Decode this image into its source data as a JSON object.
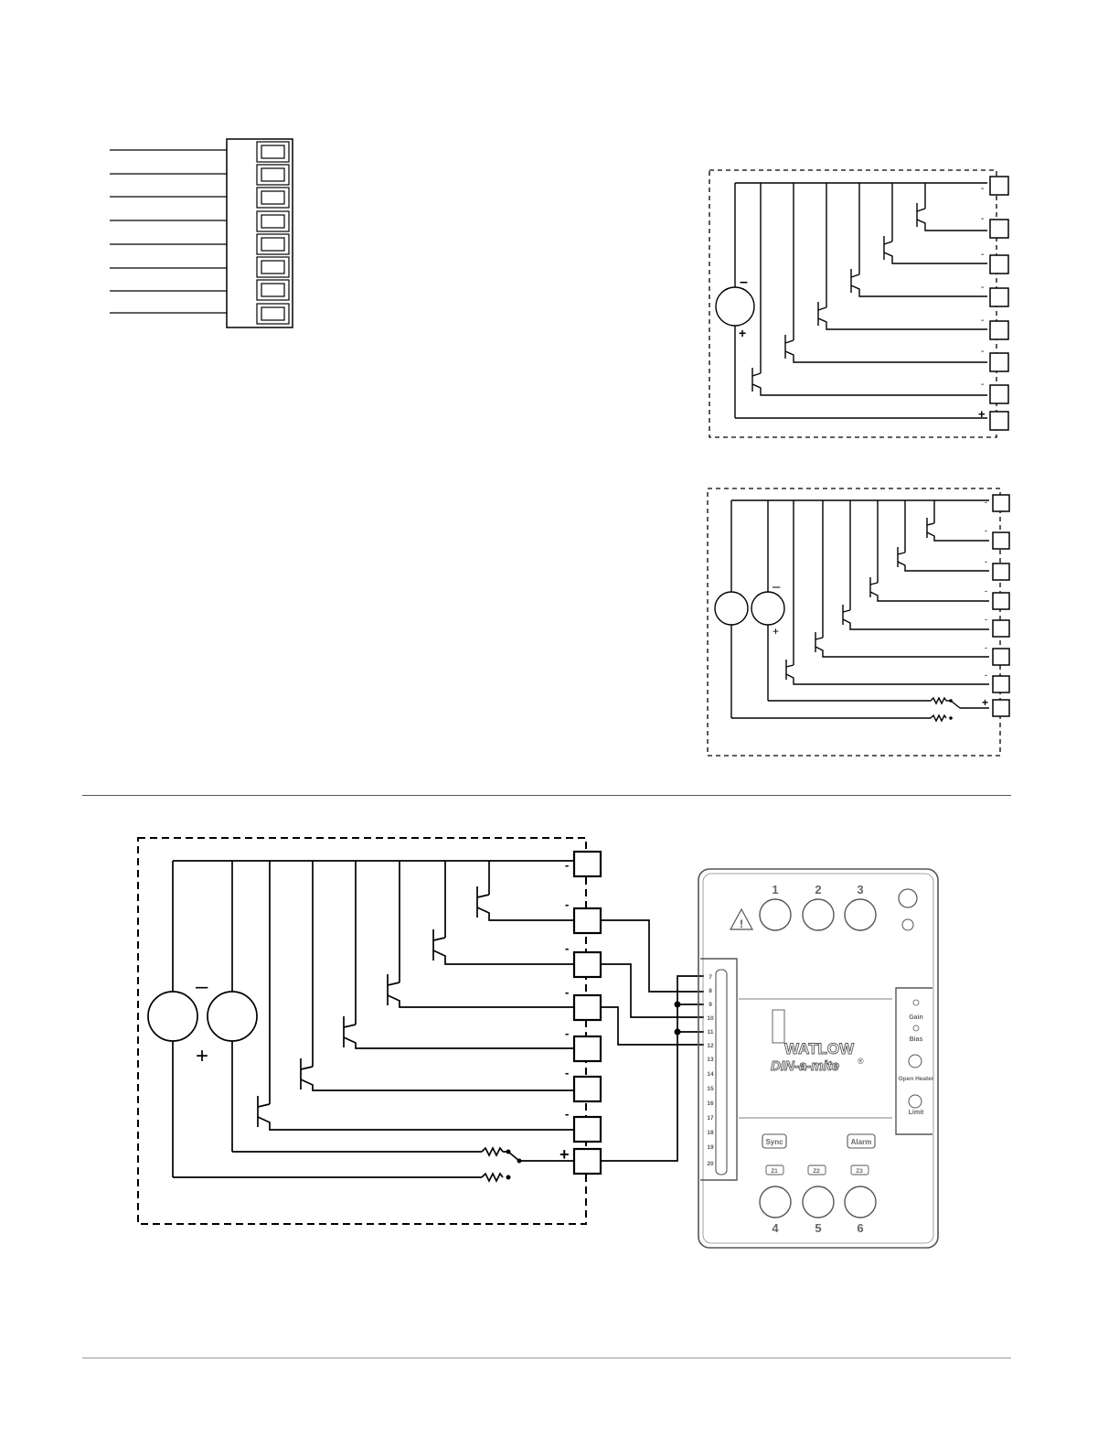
{
  "diagram_a": {
    "polarity_top": "–",
    "polarity_bottom": "+"
  },
  "diagram_b": {
    "polarity_top": "–",
    "polarity_bottom": "+"
  },
  "diagram_c": {
    "source_minus": "–",
    "source_plus": "+",
    "terminal_minus": "-",
    "terminal_plus": "+",
    "device": {
      "top_numbers": [
        "1",
        "2",
        "3"
      ],
      "bottom_numbers": [
        "4",
        "5",
        "6"
      ],
      "terminal_numbers": [
        "7",
        "8",
        "9",
        "10",
        "11",
        "12",
        "13",
        "14",
        "15",
        "16",
        "17",
        "18",
        "19",
        "20"
      ],
      "brand": "WATLOW",
      "model": "DIN-a-mite",
      "registered": "®",
      "leds": [
        "Gain",
        "Bias"
      ],
      "buttons": [
        "Open Heater",
        "Limit"
      ],
      "badges": [
        "Sync",
        "Alarm"
      ],
      "zones": [
        "Z1",
        "Z2",
        "Z3"
      ]
    }
  }
}
